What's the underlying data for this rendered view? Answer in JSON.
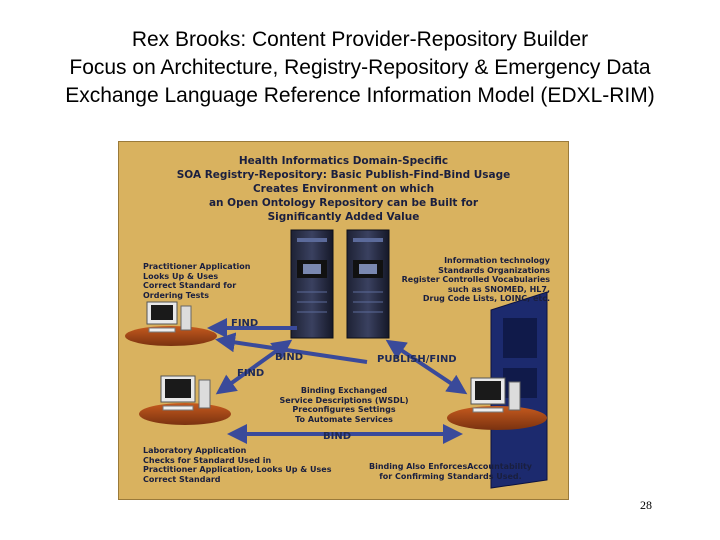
{
  "slide": {
    "title_lines": [
      "Rex Brooks: Content Provider-Repository Builder",
      "Focus on Architecture, Registry-Repository & Emergency Data",
      "Exchange Language Reference Information Model (EDXL-RIM)"
    ],
    "page_number": "28"
  },
  "diagram": {
    "header_lines": [
      "Health Informatics Domain-Specific",
      "SOA Registry-Repository: Basic Publish-Find-Bind Usage",
      "Creates Environment on which",
      "an Open Ontology Repository can be Built for",
      "Significantly Added Value"
    ],
    "practitioner_note": [
      "Practitioner Application",
      "Looks Up & Uses",
      "Correct Standard for",
      "Ordering Tests"
    ],
    "standards_note": [
      "Information technology",
      "Standards Organizations",
      "Register Controlled Vocabularies",
      "such as SNOMED, HL7,",
      "Drug Code Lists, LOINC, etc."
    ],
    "binding_note": [
      "Binding Exchanged",
      "Service Descriptions (WSDL)",
      "Preconfigures Settings",
      "To Automate Services"
    ],
    "laboratory_note": [
      "Laboratory Application",
      "Checks for Standard Used in",
      "Practitioner Application, Looks Up & Uses",
      "Correct Standard"
    ],
    "accountability_note": [
      "Binding Also EnforcesAccountability",
      "for Confirming Standards Used."
    ],
    "arrow_labels": {
      "find_top": "FIND",
      "bind_center": "BIND",
      "find_left": "FIND",
      "publish_find": "PUBLISH/FIND",
      "bind_bottom": "BIND"
    },
    "colors": {
      "background": "#d9b25f",
      "text": "#1a1f3f",
      "arrow": "#3a4a9a"
    }
  }
}
